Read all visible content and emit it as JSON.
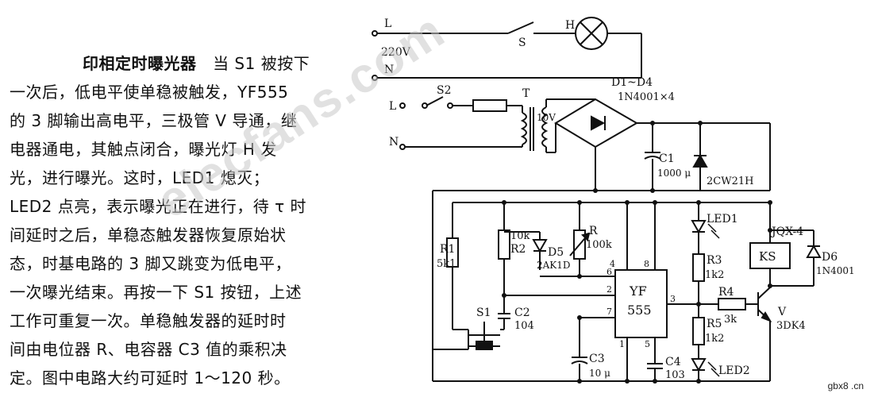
{
  "article": {
    "title": "印相定时曝光器",
    "lines": [
      "当 S1 被按下",
      "一次后，低电平使单稳被触发，YF555",
      "的 3 脚输出高电平，三极管 V 导通，继",
      "电器通电，其触点闭合，曝光灯 H 发",
      "光，进行曝光。这时，LED1 熄灭；",
      "LED2 点亮，表示曝光正在进行，待 τ 时",
      "间延时之后，单稳态触发器恢复原始状",
      "态，时基电路的 3 脚又跳变为低电平，",
      "一次曝光结束。再按一下 S1 按钮，上述",
      "工作可重复一次。单稳触发器的延时时",
      "间由电位器 R、电容器 C3 值的乘积决",
      "定。图中电路大约可延时 1～120 秒。"
    ]
  },
  "schematic": {
    "labels": {
      "L_top": "L",
      "V220": "220V",
      "N_top": "N",
      "S": "S",
      "H": "H",
      "S2": "S2",
      "L_mid": "L",
      "N_mid": "N",
      "T": "T",
      "v10": "10V",
      "D1D4": "D1~D4",
      "diode_part": "1N4001×4",
      "C1": "C1",
      "C1_val": "1000 μ",
      "zener": "2CW21H",
      "R1": "R1",
      "R1_val": "5k1",
      "R2_val": "10k",
      "R2": "R2",
      "D5": "D5",
      "D5_part": "2AK1D",
      "R": "R",
      "R_val": "100k",
      "ic_name": "YF",
      "ic_num": "555",
      "pin4": "4",
      "pin8": "8",
      "pin2": "2",
      "pin6": "6",
      "pin7": "7",
      "pin3": "3",
      "pin1": "1",
      "pin5": "5",
      "LED1": "LED1",
      "R3": "R3",
      "R3_val": "1k2",
      "R4": "R4",
      "R4_val": "3k",
      "R5": "R5",
      "R5_val": "1k2",
      "LED2": "LED2",
      "relay": "JQX-4",
      "KS": "KS",
      "D6": "D6",
      "D6_part": "1N4001",
      "V": "V",
      "V_part": "3DK4",
      "S1": "S1",
      "C2": "C2",
      "C2_val": "104",
      "C3": "C3",
      "C3_val": "10 μ",
      "C4": "C4",
      "C4_val": "103"
    }
  },
  "watermark": "elecfans.com",
  "site_tag": "gbx8 .cn"
}
